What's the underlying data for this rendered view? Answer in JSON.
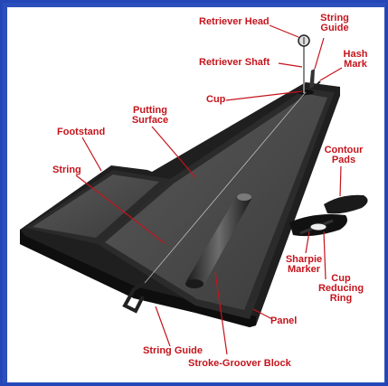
{
  "labels": {
    "retriever_head": "Retriever Head",
    "string_guide_top": [
      "String",
      "Guide"
    ],
    "retriever_shaft": "Retriever Shaft",
    "hash_mark": [
      "Hash",
      "Mark"
    ],
    "cup": "Cup",
    "putting_surface": [
      "Putting",
      "Surface"
    ],
    "footstand": "Footstand",
    "contour_pads": [
      "Contour",
      "Pads"
    ],
    "string": "String",
    "sharpie_marker": [
      "Sharpie",
      "Marker"
    ],
    "cup_reducing_ring": [
      "Cup",
      "Reducing",
      "Ring"
    ],
    "panel": "Panel",
    "string_guide_bottom": "String Guide",
    "stroke_groover_block": "Stroke-Groover Block"
  },
  "colors": {
    "label_red": "#c4141c",
    "frame_blue": "#2446b6"
  }
}
